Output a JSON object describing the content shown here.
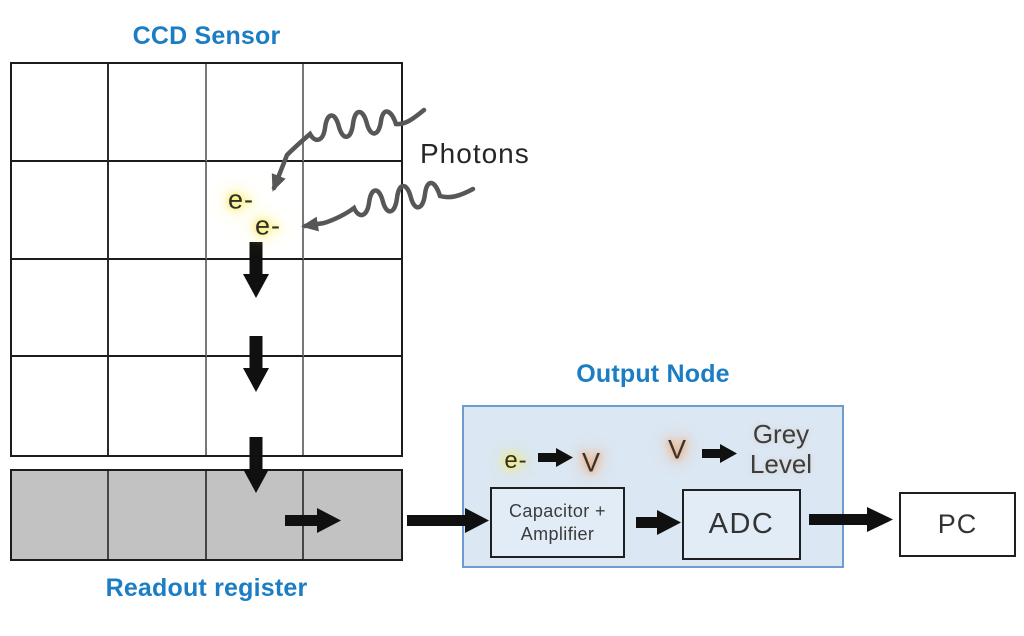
{
  "titles": {
    "ccd_sensor": "CCD Sensor",
    "output_node": "Output Node",
    "readout_register": "Readout register"
  },
  "labels": {
    "photons": "Photons",
    "electron_top": "e-",
    "electron_bottom": "e-",
    "node_electron": "e-",
    "node_voltage_in": "V",
    "node_voltage_out": "V",
    "grey_level_line1": "Grey",
    "grey_level_line2": "Level",
    "capacitor_line1": "Capacitor +",
    "capacitor_line2": "Amplifier",
    "adc": "ADC",
    "pc": "PC"
  },
  "grid": {
    "sensor_rows": 4,
    "sensor_cols": 4,
    "register_cells": 4
  },
  "colors": {
    "accent_blue": "#1b7dc4",
    "highlight_yellow": "#f8ee68",
    "highlight_orange": "#f5aa72",
    "node_fill": "#dbe7f3",
    "node_border": "#6d9dce",
    "register_fill": "#c2c2c2",
    "arrow_black": "#101010",
    "photon_gray": "#575757"
  }
}
